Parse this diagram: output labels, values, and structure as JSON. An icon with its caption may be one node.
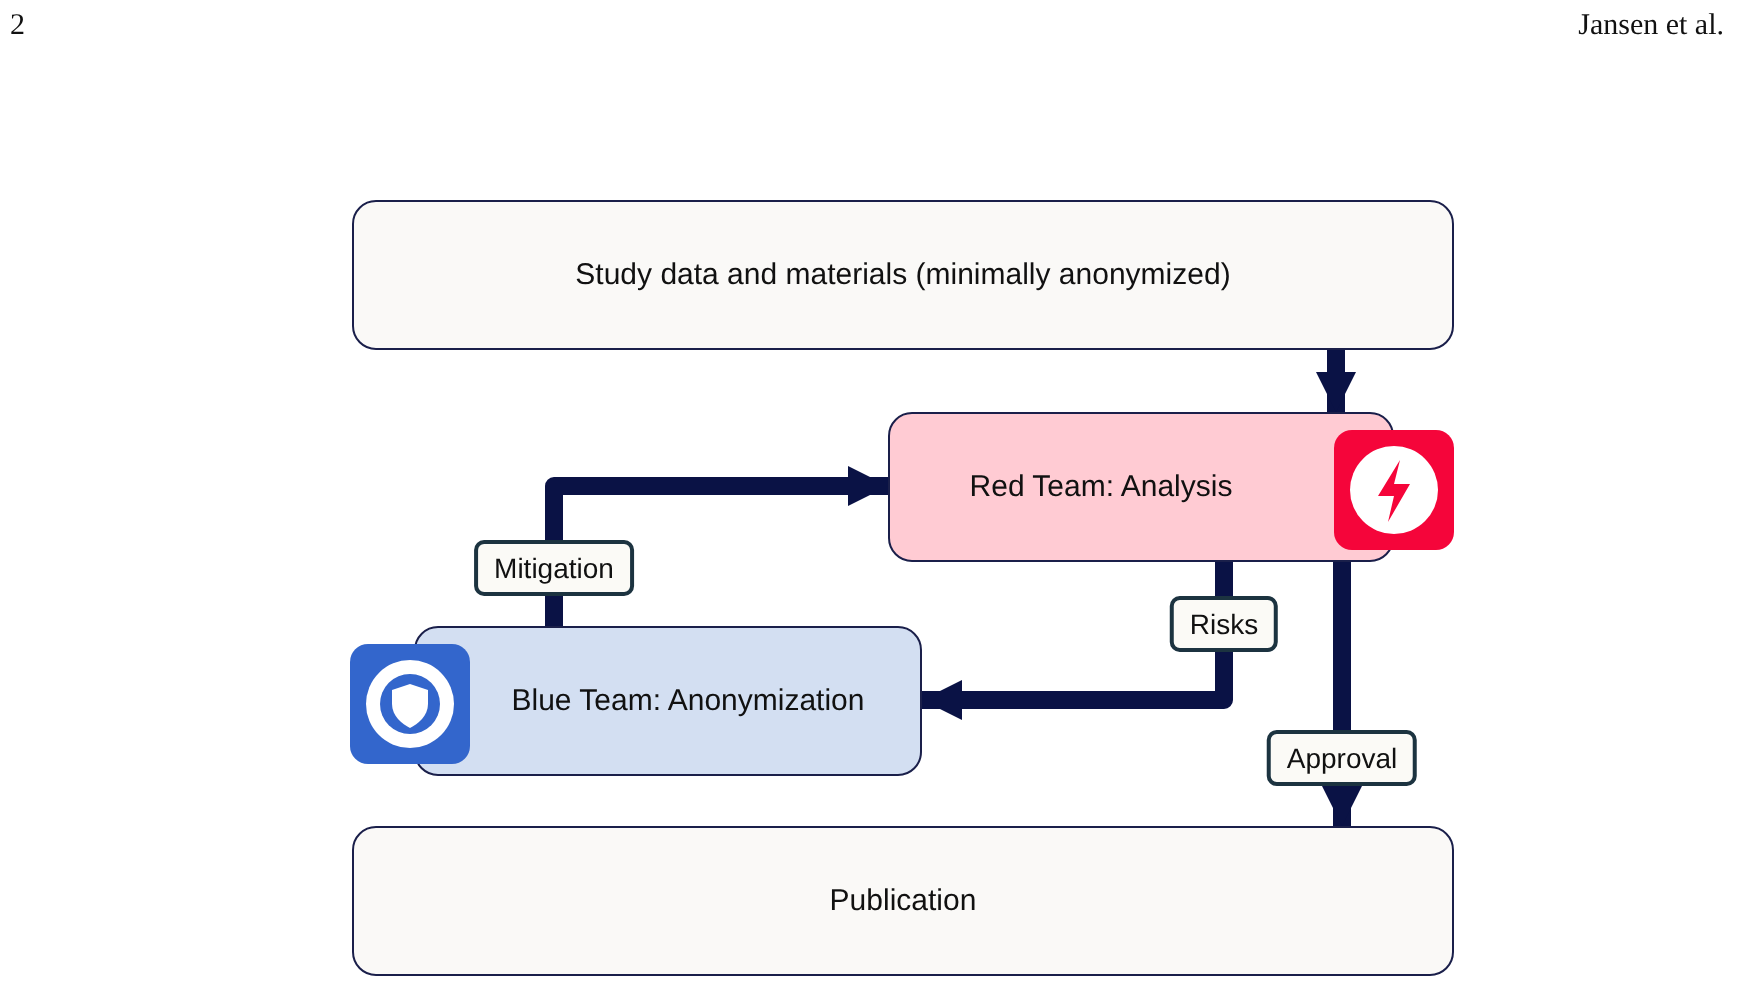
{
  "diagram": {
    "nodes": [
      {
        "text": [
          "Study data and materials (minimally anonymized)"
        ]
      },
      {
        "text": [
          "Red Team: Analysis"
        ]
      },
      {
        "text": [
          "Blue Team: Anonymization"
        ]
      },
      {
        "text": [
          "Publication"
        ]
      }
    ],
    "edges": [
      {
        "from": 0,
        "to": 1,
        "arrow": "to"
      },
      {
        "from": 1,
        "to": 2,
        "arrow": "to",
        "label": "Risks"
      },
      {
        "from": 2,
        "to": 1,
        "arrow": "to",
        "label": "Mitigation"
      },
      {
        "from": 1,
        "to": 3,
        "arrow": "to",
        "label": "Approval"
      }
    ],
    "labels": [
      "2",
      "Jansen et al."
    ]
  }
}
